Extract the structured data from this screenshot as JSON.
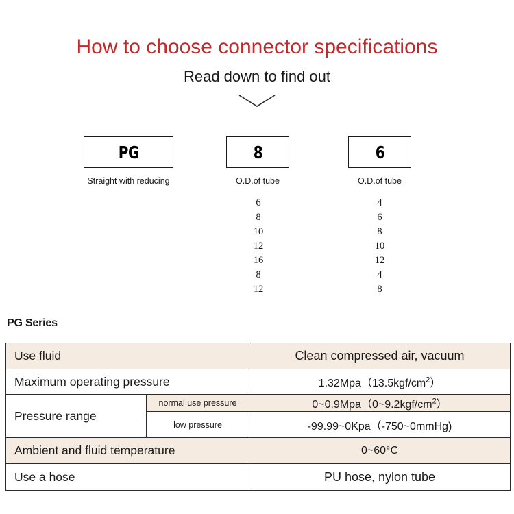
{
  "header": {
    "title": "How to choose connector specifications",
    "subtitle": "Read down to find out",
    "title_color": "#c02a2a",
    "chevron_icon": "chevron-down-icon"
  },
  "selector": {
    "boxes": [
      {
        "code": "PG",
        "caption": "Straight with reducing"
      },
      {
        "code": "8",
        "caption": "O.D.of tube"
      },
      {
        "code": "6",
        "caption": "O.D.of  tube"
      }
    ],
    "option_columns": [
      {
        "name": "od-of-tube-1",
        "values": [
          "6",
          "8",
          "10",
          "12",
          "16",
          "8",
          "12"
        ]
      },
      {
        "name": "od-of-tube-2",
        "values": [
          "4",
          "6",
          "8",
          "10",
          "12",
          "4",
          "8"
        ]
      }
    ]
  },
  "spec": {
    "heading": "PG Series",
    "tint_color": "#f6ebe1",
    "rows": [
      {
        "label": "Use fluid",
        "value": "Clean compressed air, vacuum"
      },
      {
        "label": "Maximum operating pressure",
        "value": "1.32Mpa（13.5kgf/cm2）"
      },
      {
        "label": "Pressure range",
        "sub": [
          {
            "label": "normal use pressure",
            "value": "0~0.9Mpa（0~9.2kgf/cm2）"
          },
          {
            "label": "low pressure",
            "value": "-99.99~0Kpa（-750~0mmHg)"
          }
        ]
      },
      {
        "label": "Ambient and fluid temperature",
        "value": "0~60°C"
      },
      {
        "label": "Use a hose",
        "value": "PU hose, nylon tube"
      }
    ]
  }
}
